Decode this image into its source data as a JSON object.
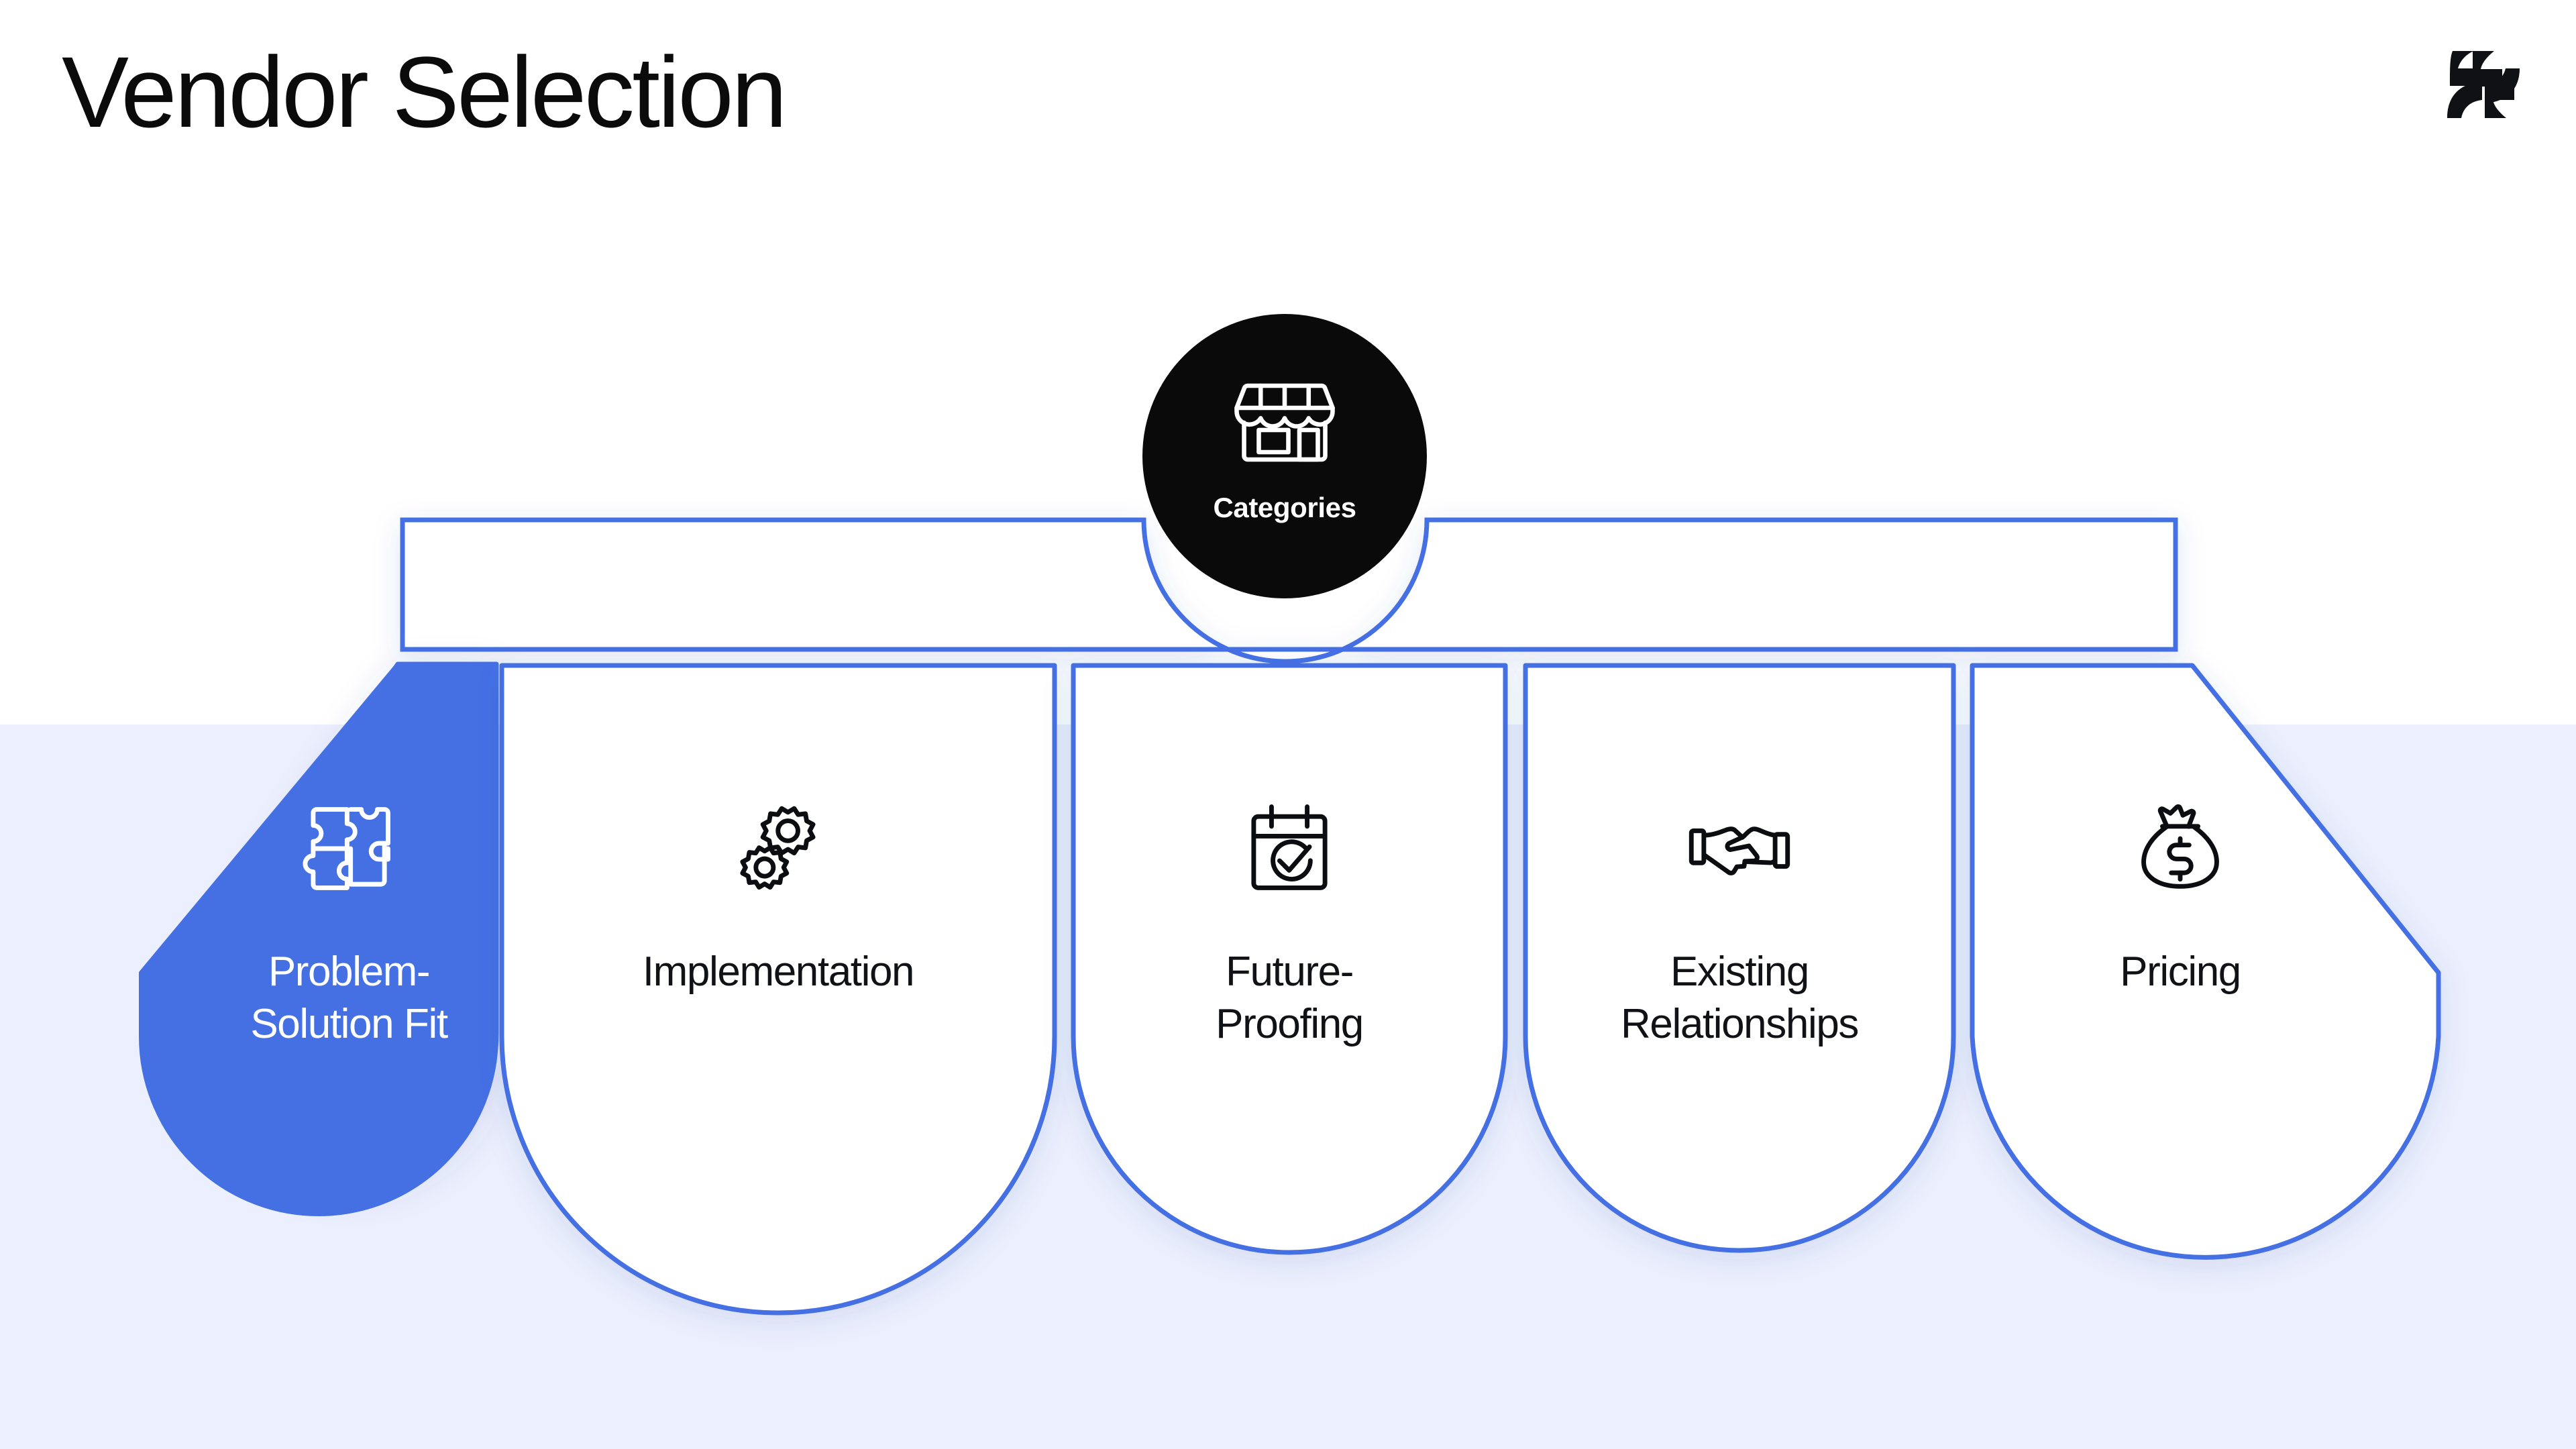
{
  "header": {
    "title": "Vendor Selection",
    "logo_name": "company-logo"
  },
  "colors": {
    "accent_blue": "#4570E4",
    "background_upper": "#FFFFFF",
    "background_lower": "#ECEFFD",
    "hub_fill": "#0A0A0B",
    "text_dark": "#111215",
    "text_light": "#FFFFFF"
  },
  "hub": {
    "label": "Categories",
    "icon": "storefront-icon"
  },
  "cards": [
    {
      "label": "Problem-\nSolution Fit",
      "icon": "puzzle-icon",
      "active": true
    },
    {
      "label": "Implementation",
      "icon": "gears-icon",
      "active": false
    },
    {
      "label": "Future-\nProofing",
      "icon": "calendar-check-icon",
      "active": false
    },
    {
      "label": "Existing\nRelationships",
      "icon": "handshake-icon",
      "active": false
    },
    {
      "label": "Pricing",
      "icon": "money-bag-icon",
      "active": false
    }
  ]
}
